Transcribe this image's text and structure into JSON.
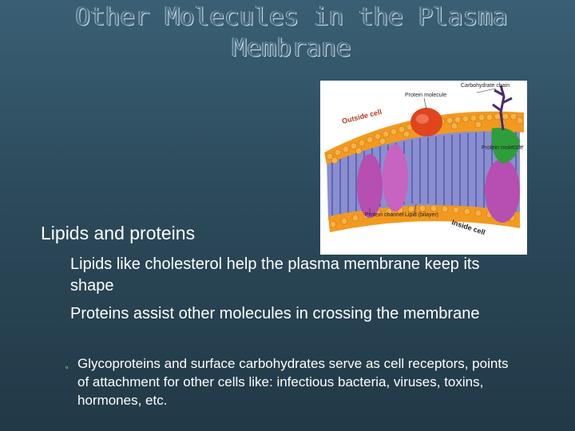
{
  "slide": {
    "title_line1": "Other Molecules in the Plasma",
    "title_line2": "Membrane"
  },
  "figure": {
    "labels": {
      "protein_molecule": "Protein molecule",
      "carbohydrate_chain": "Carbohydrate chain",
      "outside_cell": "Outside cell",
      "protein_molecule_right": "Protein molecule",
      "protein_channel": "Protein channel",
      "lipid_bilayer": "Lipid (bilayer)",
      "inside_cell": "Inside cell"
    },
    "colors": {
      "lipid_head": "#f29a1f",
      "lipid_tail": "#4a4ab0",
      "channel_protein": "#b64fb0",
      "top_protein": "#e0451d",
      "side_protein": "#2e9e3a",
      "carbohydrate": "#4b2a6e"
    }
  },
  "bullets": {
    "b1": {
      "glyph": "",
      "text": "Lipids and proteins"
    },
    "b2a": {
      "glyph": "",
      "text": "Lipids like cholesterol help the plasma membrane keep its shape"
    },
    "b2b": {
      "glyph": "",
      "text": "Proteins assist other molecules in crossing the membrane"
    },
    "b3": {
      "glyph": "▫",
      "text": "Glycoproteins and surface carbohydrates serve as cell receptors, points of attachment for other cells like: infectious bacteria, viruses, toxins, hormones, etc."
    }
  }
}
